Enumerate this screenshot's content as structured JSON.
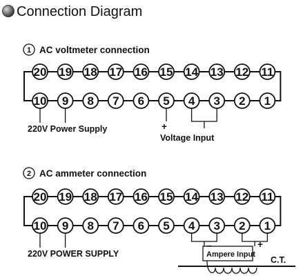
{
  "title": "Connection Diagram",
  "sections": [
    {
      "number": "①",
      "heading": "AC voltmeter connection",
      "top_terminals": [
        "20",
        "19",
        "18",
        "17",
        "16",
        "15",
        "14",
        "13",
        "12",
        "11"
      ],
      "bottom_terminals": [
        "10",
        "9",
        "8",
        "7",
        "6",
        "5",
        "4",
        "3",
        "2",
        "1"
      ],
      "power_label": "220V Power Supply",
      "input_label": "Voltage Input",
      "plus_sign": "+"
    },
    {
      "number": "②",
      "heading": "AC ammeter connection",
      "top_terminals": [
        "20",
        "19",
        "18",
        "17",
        "16",
        "15",
        "14",
        "13",
        "12",
        "11"
      ],
      "bottom_terminals": [
        "10",
        "9",
        "8",
        "7",
        "6",
        "5",
        "4",
        "3",
        "2",
        "1"
      ],
      "power_label": "220V POWER SUPPLY",
      "input_label": "Ampere Input",
      "minus_sign": "−",
      "plus_sign": "+",
      "ct_label": "C.T."
    }
  ],
  "colors": {
    "ink": "#111111",
    "bullet_dark": "#2e2e2e",
    "bullet_light": "#bdbdbd",
    "background": "#ffffff"
  }
}
